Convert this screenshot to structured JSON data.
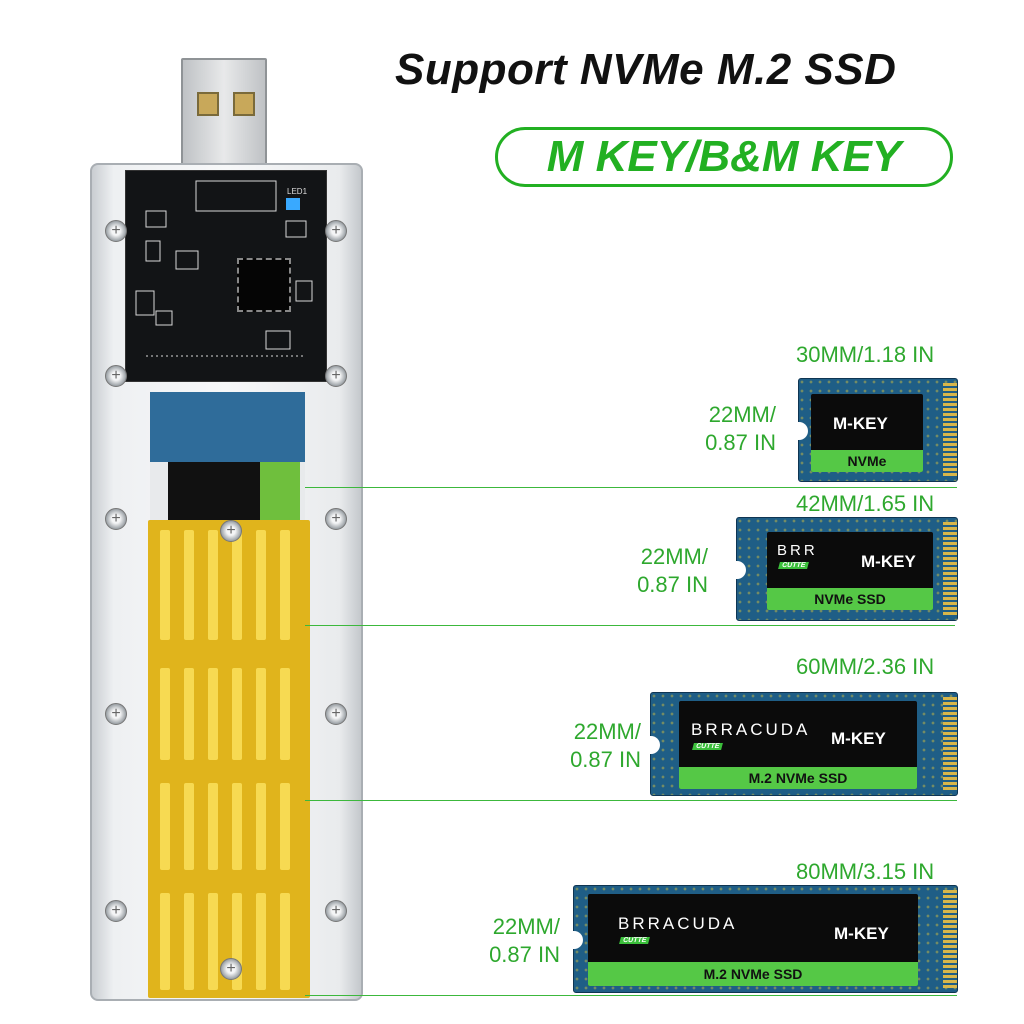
{
  "title": "Support NVMe M.2 SSD",
  "key_banner": "M KEY/B&M KEY",
  "enclosure": {
    "led_label": "LED1"
  },
  "ssds": [
    {
      "length": "30MM/1.18 IN",
      "width": "22MM/\n0.87 IN",
      "brand": "",
      "key": "M-KEY",
      "type": "NVMe"
    },
    {
      "length": "42MM/1.65 IN",
      "width": "22MM/\n0.87 IN",
      "brand": "BRR",
      "tag": "CUTTE",
      "key": "M-KEY",
      "type": "NVMe SSD"
    },
    {
      "length": "60MM/2.36 IN",
      "width": "22MM/\n0.87 IN",
      "brand": "BRRACUDA",
      "tag": "CUTTE",
      "key": "M-KEY",
      "type": "M.2 NVMe SSD"
    },
    {
      "length": "80MM/3.15 IN",
      "width": "22MM/\n0.87 IN",
      "brand": "BRRACUDA",
      "tag": "CUTTE",
      "key": "M-KEY",
      "type": "M.2 NVMe SSD"
    }
  ],
  "colors": {
    "accent_green": "#22b022",
    "pcb_blue": "#1f5e86",
    "heatsink": "#e0b41c"
  }
}
